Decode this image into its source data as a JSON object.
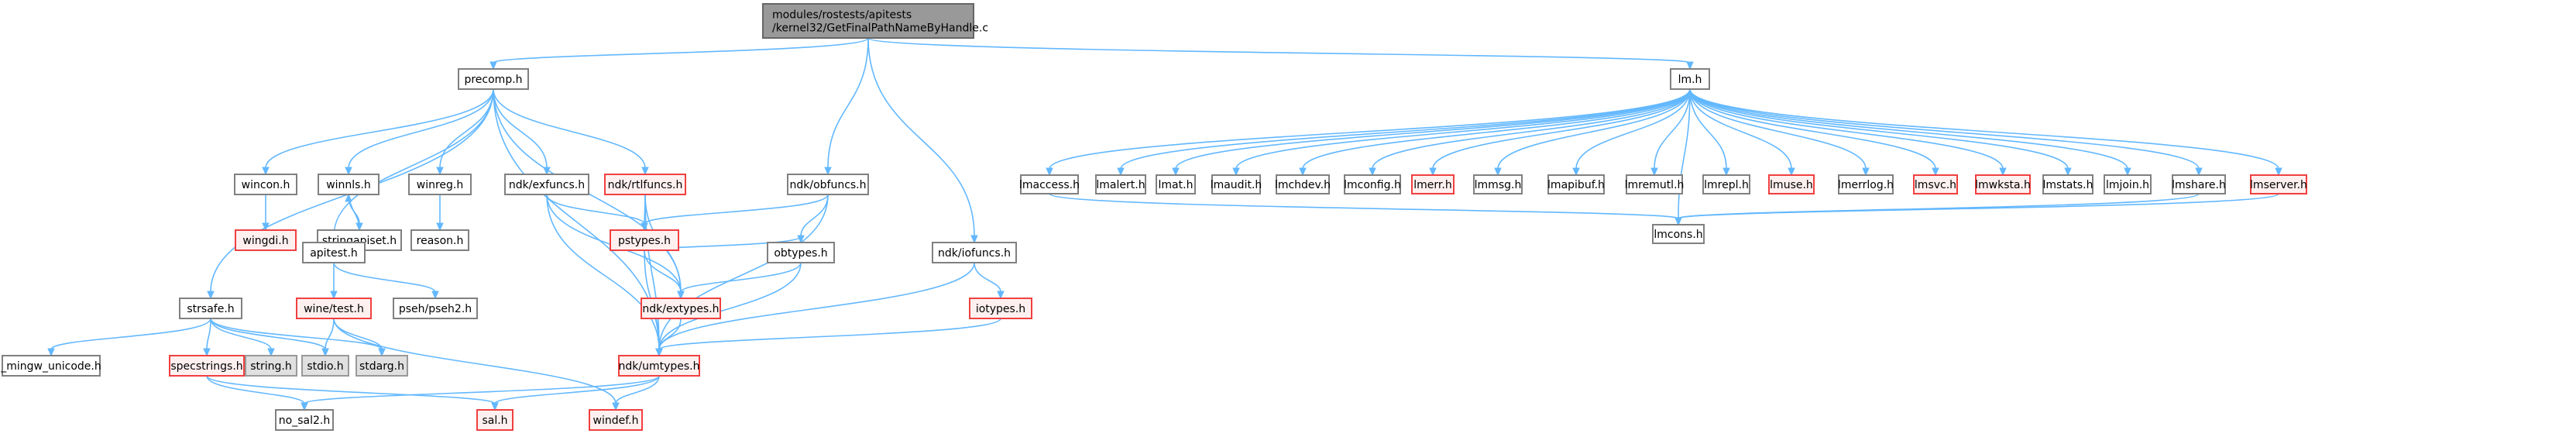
{
  "graph": {
    "title": "modules/rostests/apitests/kernel32/GetFinalPathNameByHandle.c",
    "colors": {
      "edge": "#63b8ff",
      "root_fill": "#999999",
      "normal_stroke": "#808080",
      "red_stroke": "#f04040",
      "red_fill": "#fff0f0",
      "gray_fill": "#e0e0e0"
    },
    "nodes": [
      {
        "id": "root",
        "lines": [
          "modules/rostests/apitests",
          "/kernel32/GetFinalPathNameByHandle.c"
        ],
        "style": "root"
      },
      {
        "id": "precomp",
        "lines": [
          "precomp.h"
        ],
        "style": "normal"
      },
      {
        "id": "lm",
        "lines": [
          "lm.h"
        ],
        "style": "normal"
      },
      {
        "id": "wincon",
        "lines": [
          "wincon.h"
        ],
        "style": "normal"
      },
      {
        "id": "winnls",
        "lines": [
          "winnls.h"
        ],
        "style": "normal"
      },
      {
        "id": "winreg",
        "lines": [
          "winreg.h"
        ],
        "style": "normal"
      },
      {
        "id": "exfuncs",
        "lines": [
          "ndk/exfuncs.h"
        ],
        "style": "normal"
      },
      {
        "id": "rtlfuncs",
        "lines": [
          "ndk/rtlfuncs.h"
        ],
        "style": "red"
      },
      {
        "id": "obfuncs",
        "lines": [
          "ndk/obfuncs.h"
        ],
        "style": "normal"
      },
      {
        "id": "wingdi",
        "lines": [
          "wingdi.h"
        ],
        "style": "red"
      },
      {
        "id": "stringapiset",
        "lines": [
          "stringapiset.h"
        ],
        "style": "normal"
      },
      {
        "id": "reason",
        "lines": [
          "reason.h"
        ],
        "style": "normal"
      },
      {
        "id": "pstypes",
        "lines": [
          "pstypes.h"
        ],
        "style": "red"
      },
      {
        "id": "obtypes",
        "lines": [
          "obtypes.h"
        ],
        "style": "normal"
      },
      {
        "id": "iofuncs",
        "lines": [
          "ndk/iofuncs.h"
        ],
        "style": "normal"
      },
      {
        "id": "apitest",
        "lines": [
          "apitest.h"
        ],
        "style": "normal"
      },
      {
        "id": "strsafe",
        "lines": [
          "strsafe.h"
        ],
        "style": "normal"
      },
      {
        "id": "winetest",
        "lines": [
          "wine/test.h"
        ],
        "style": "red"
      },
      {
        "id": "pseh2",
        "lines": [
          "pseh/pseh2.h"
        ],
        "style": "normal"
      },
      {
        "id": "extypes",
        "lines": [
          "ndk/extypes.h"
        ],
        "style": "red"
      },
      {
        "id": "iotypes",
        "lines": [
          "iotypes.h"
        ],
        "style": "red"
      },
      {
        "id": "mingw",
        "lines": [
          "_mingw_unicode.h"
        ],
        "style": "normal"
      },
      {
        "id": "specstrings",
        "lines": [
          "specstrings.h"
        ],
        "style": "red"
      },
      {
        "id": "string",
        "lines": [
          "string.h"
        ],
        "style": "gray"
      },
      {
        "id": "stdio",
        "lines": [
          "stdio.h"
        ],
        "style": "gray"
      },
      {
        "id": "stdarg",
        "lines": [
          "stdarg.h"
        ],
        "style": "gray"
      },
      {
        "id": "umtypes",
        "lines": [
          "ndk/umtypes.h"
        ],
        "style": "red"
      },
      {
        "id": "nosal2",
        "lines": [
          "no_sal2.h"
        ],
        "style": "normal"
      },
      {
        "id": "sal",
        "lines": [
          "sal.h"
        ],
        "style": "red"
      },
      {
        "id": "windef",
        "lines": [
          "windef.h"
        ],
        "style": "red"
      },
      {
        "id": "lmaccess",
        "lines": [
          "lmaccess.h"
        ],
        "style": "normal"
      },
      {
        "id": "lmalert",
        "lines": [
          "lmalert.h"
        ],
        "style": "normal"
      },
      {
        "id": "lmat",
        "lines": [
          "lmat.h"
        ],
        "style": "normal"
      },
      {
        "id": "lmaudit",
        "lines": [
          "lmaudit.h"
        ],
        "style": "normal"
      },
      {
        "id": "lmchdev",
        "lines": [
          "lmchdev.h"
        ],
        "style": "normal"
      },
      {
        "id": "lmconfig",
        "lines": [
          "lmconfig.h"
        ],
        "style": "normal"
      },
      {
        "id": "lmerr",
        "lines": [
          "lmerr.h"
        ],
        "style": "red"
      },
      {
        "id": "lmmsg",
        "lines": [
          "lmmsg.h"
        ],
        "style": "normal"
      },
      {
        "id": "lmapibuf",
        "lines": [
          "lmapibuf.h"
        ],
        "style": "normal"
      },
      {
        "id": "lmremutl",
        "lines": [
          "lmremutl.h"
        ],
        "style": "normal"
      },
      {
        "id": "lmrepl",
        "lines": [
          "lmrepl.h"
        ],
        "style": "normal"
      },
      {
        "id": "lmuse",
        "lines": [
          "lmuse.h"
        ],
        "style": "red"
      },
      {
        "id": "lmerrlog",
        "lines": [
          "lmerrlog.h"
        ],
        "style": "normal"
      },
      {
        "id": "lmsvc",
        "lines": [
          "lmsvc.h"
        ],
        "style": "red"
      },
      {
        "id": "lmwksta",
        "lines": [
          "lmwksta.h"
        ],
        "style": "red"
      },
      {
        "id": "lmstats",
        "lines": [
          "lmstats.h"
        ],
        "style": "normal"
      },
      {
        "id": "lmjoin",
        "lines": [
          "lmjoin.h"
        ],
        "style": "normal"
      },
      {
        "id": "lmshare",
        "lines": [
          "lmshare.h"
        ],
        "style": "normal"
      },
      {
        "id": "lmserver",
        "lines": [
          "lmserver.h"
        ],
        "style": "red"
      },
      {
        "id": "lmcons",
        "lines": [
          "lmcons.h"
        ],
        "style": "normal"
      }
    ],
    "edges": [
      [
        "root",
        "precomp"
      ],
      [
        "root",
        "obfuncs"
      ],
      [
        "root",
        "iofuncs"
      ],
      [
        "root",
        "lm"
      ],
      [
        "precomp",
        "wincon"
      ],
      [
        "precomp",
        "winnls"
      ],
      [
        "precomp",
        "winreg"
      ],
      [
        "precomp",
        "exfuncs"
      ],
      [
        "precomp",
        "rtlfuncs"
      ],
      [
        "precomp",
        "apitest"
      ],
      [
        "precomp",
        "strsafe"
      ],
      [
        "precomp",
        "umtypes"
      ],
      [
        "precomp",
        "extypes"
      ],
      [
        "wincon",
        "wingdi"
      ],
      [
        "winnls",
        "stringapiset"
      ],
      [
        "stringapiset",
        "winnls"
      ],
      [
        "winreg",
        "reason"
      ],
      [
        "exfuncs",
        "pstypes"
      ],
      [
        "exfuncs",
        "extypes"
      ],
      [
        "exfuncs",
        "umtypes"
      ],
      [
        "rtlfuncs",
        "pstypes"
      ],
      [
        "rtlfuncs",
        "extypes"
      ],
      [
        "rtlfuncs",
        "umtypes"
      ],
      [
        "obfuncs",
        "pstypes"
      ],
      [
        "obfuncs",
        "obtypes"
      ],
      [
        "obfuncs",
        "umtypes"
      ],
      [
        "pstypes",
        "obtypes"
      ],
      [
        "pstypes",
        "extypes"
      ],
      [
        "pstypes",
        "umtypes"
      ],
      [
        "obtypes",
        "extypes"
      ],
      [
        "obtypes",
        "umtypes"
      ],
      [
        "extypes",
        "umtypes"
      ],
      [
        "iofuncs",
        "iotypes"
      ],
      [
        "iofuncs",
        "umtypes"
      ],
      [
        "iotypes",
        "umtypes"
      ],
      [
        "apitest",
        "winetest"
      ],
      [
        "apitest",
        "pseh2"
      ],
      [
        "winetest",
        "stdio"
      ],
      [
        "winetest",
        "stdarg"
      ],
      [
        "winetest",
        "windef"
      ],
      [
        "strsafe",
        "mingw"
      ],
      [
        "strsafe",
        "specstrings"
      ],
      [
        "strsafe",
        "string"
      ],
      [
        "strsafe",
        "stdio"
      ],
      [
        "strsafe",
        "stdarg"
      ],
      [
        "specstrings",
        "nosal2"
      ],
      [
        "specstrings",
        "sal"
      ],
      [
        "umtypes",
        "nosal2"
      ],
      [
        "umtypes",
        "sal"
      ],
      [
        "umtypes",
        "windef"
      ],
      [
        "lm",
        "lmaccess"
      ],
      [
        "lm",
        "lmalert"
      ],
      [
        "lm",
        "lmat"
      ],
      [
        "lm",
        "lmaudit"
      ],
      [
        "lm",
        "lmchdev"
      ],
      [
        "lm",
        "lmconfig"
      ],
      [
        "lm",
        "lmerr"
      ],
      [
        "lm",
        "lmmsg"
      ],
      [
        "lm",
        "lmapibuf"
      ],
      [
        "lm",
        "lmremutl"
      ],
      [
        "lm",
        "lmrepl"
      ],
      [
        "lm",
        "lmuse"
      ],
      [
        "lm",
        "lmerrlog"
      ],
      [
        "lm",
        "lmsvc"
      ],
      [
        "lm",
        "lmwksta"
      ],
      [
        "lm",
        "lmstats"
      ],
      [
        "lm",
        "lmjoin"
      ],
      [
        "lm",
        "lmshare"
      ],
      [
        "lm",
        "lmserver"
      ],
      [
        "lm",
        "lmcons"
      ],
      [
        "lmaccess",
        "lmcons"
      ],
      [
        "lmshare",
        "lmcons"
      ],
      [
        "lmserver",
        "lmcons"
      ]
    ]
  }
}
